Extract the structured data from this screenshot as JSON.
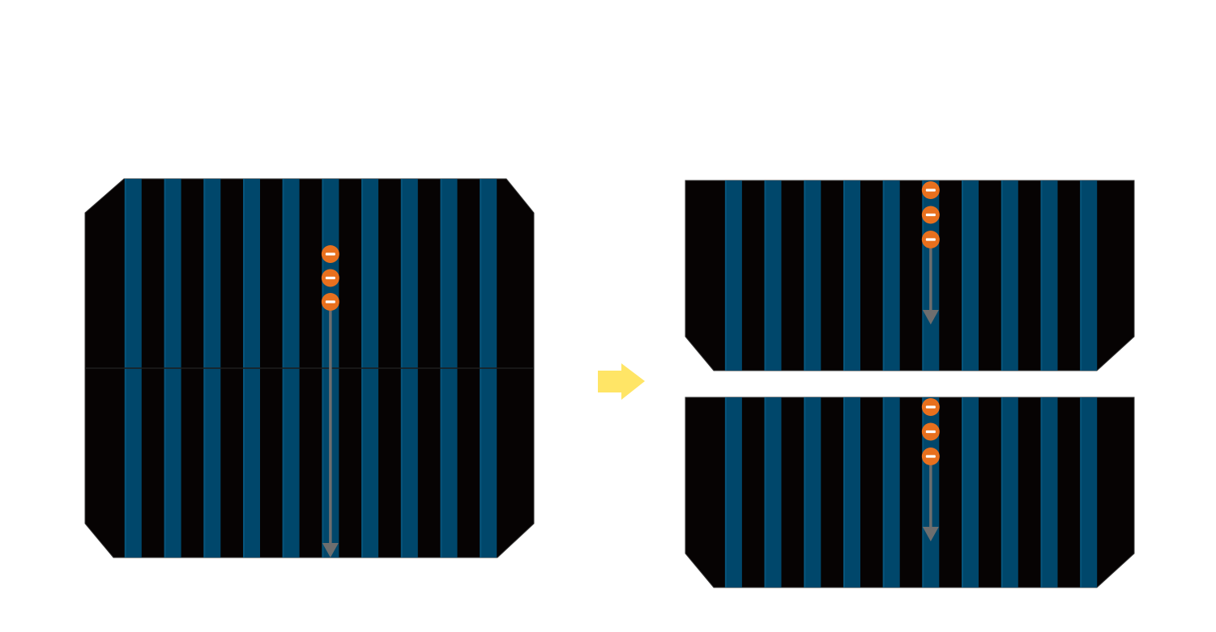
{
  "colors": {
    "background": "#ffffff",
    "cell": "#060303",
    "cell_edge": "#3a3a3a",
    "busbar": "#00476b",
    "busbar_edge": "#0a5f87",
    "electron": "#e8701e",
    "electron_sign": "#ffffff",
    "current_arrow": "#6e6e6e",
    "process_arrow": "#ffe566"
  },
  "icons": {
    "electron": "minus-in-circle-icon",
    "current_direction": "arrow-down-icon",
    "process": "arrow-right-icon"
  },
  "full_cell": {
    "busbar_count": 10,
    "electron_count": 3,
    "current_path": "full-height"
  },
  "half_cells": [
    {
      "position": "top",
      "busbar_count": 10,
      "electron_count": 3,
      "current_path": "half-height"
    },
    {
      "position": "bottom",
      "busbar_count": 10,
      "electron_count": 3,
      "current_path": "half-height"
    }
  ]
}
